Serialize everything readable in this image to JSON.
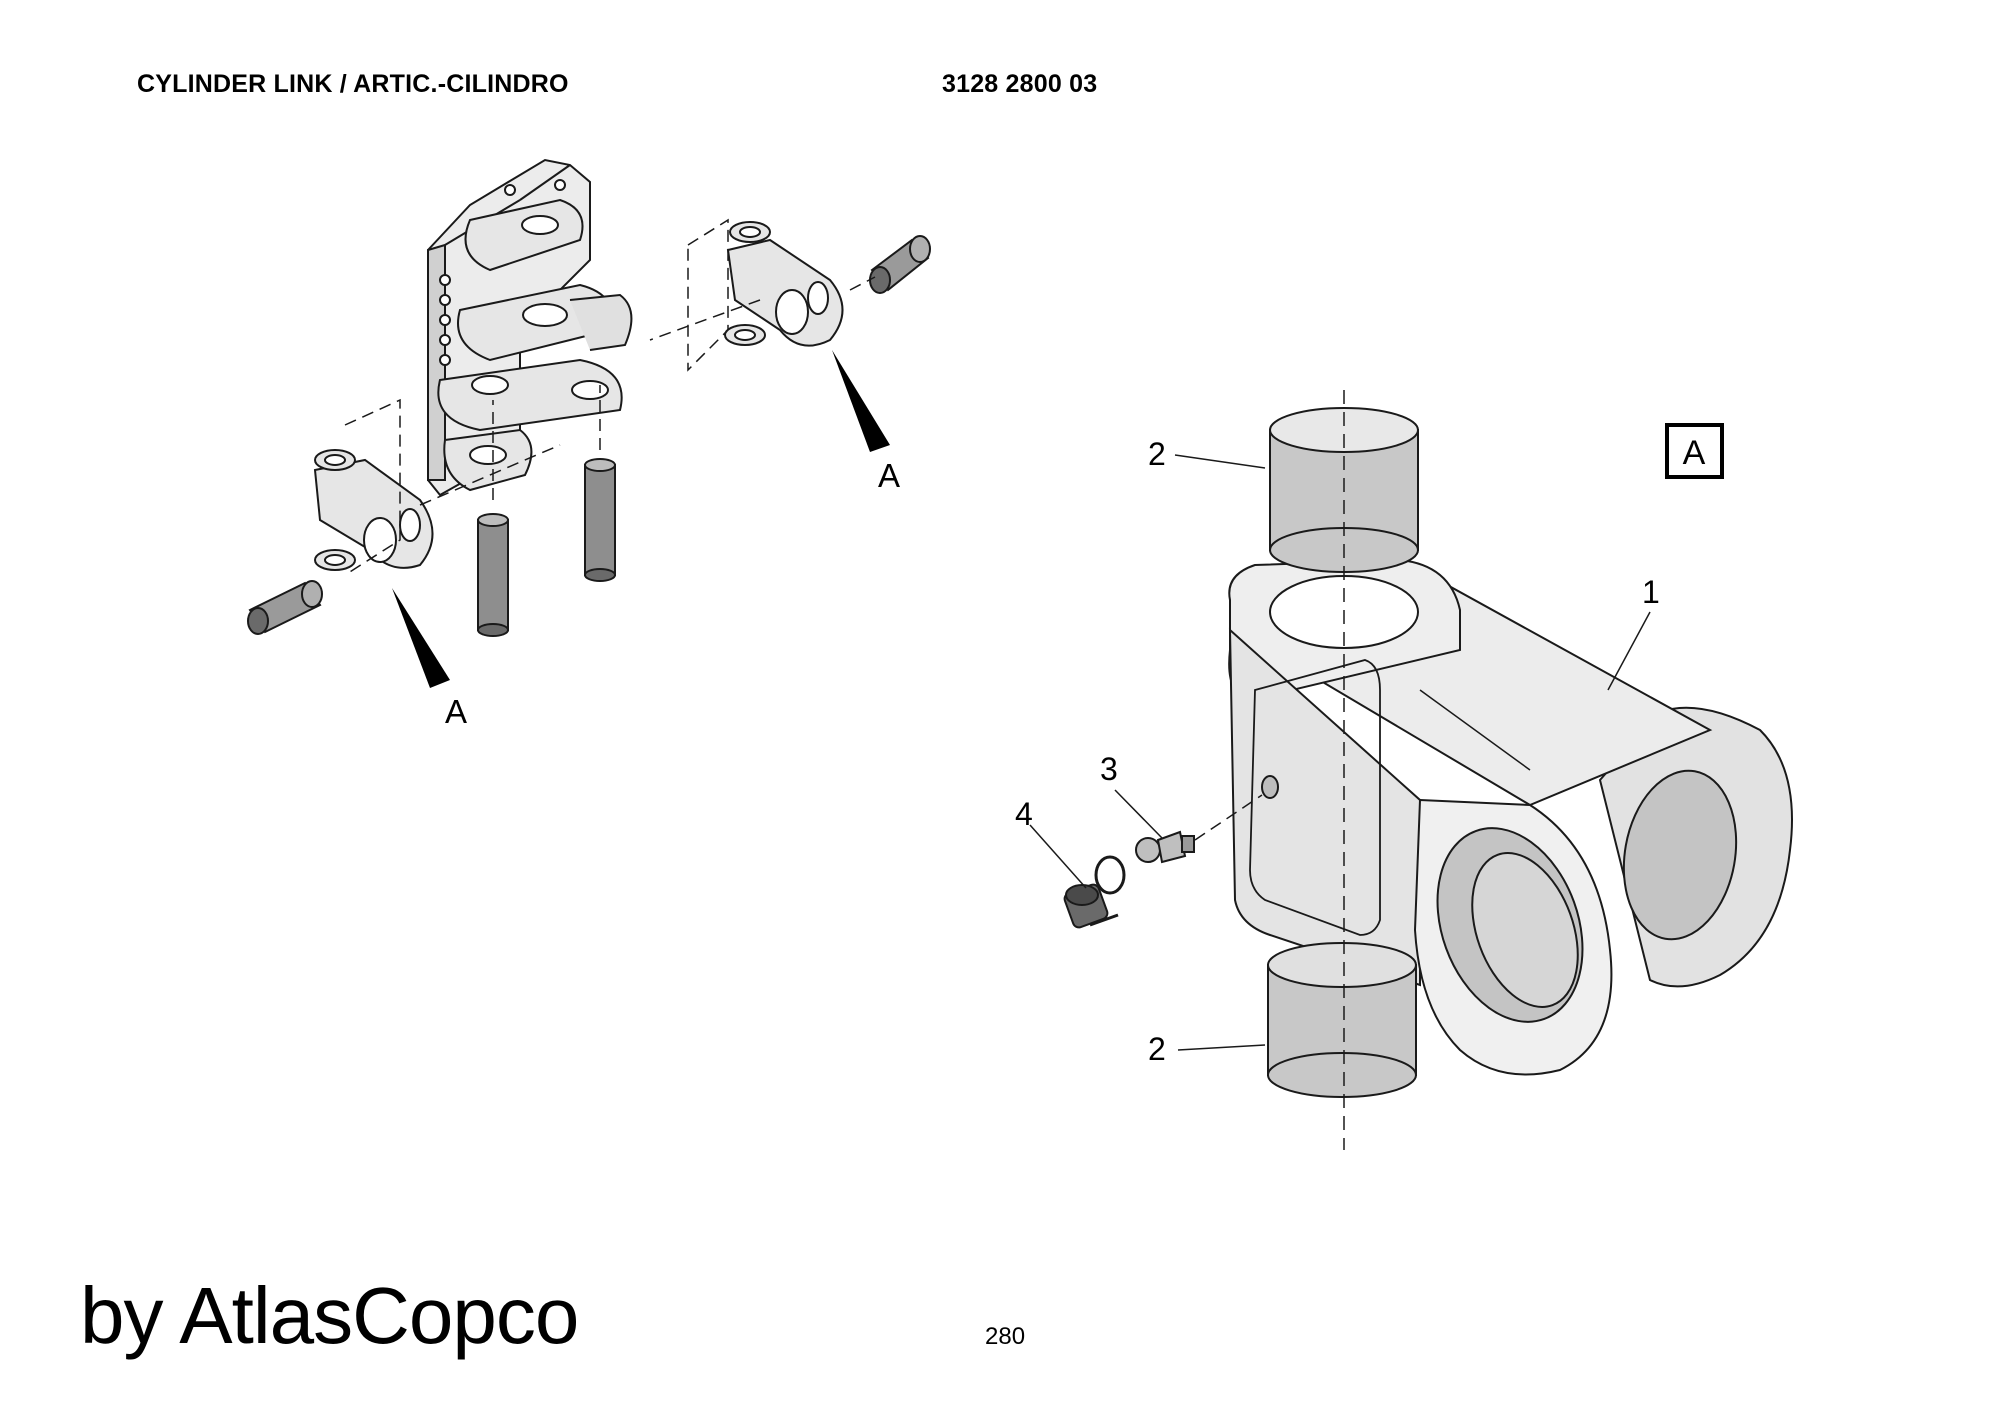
{
  "header": {
    "title": "CYLINDER LINK / ARTIC.-CILINDRO",
    "part_number": "3128 2800 03"
  },
  "callouts": {
    "item_1": "1",
    "item_2_top": "2",
    "item_2_bottom": "2",
    "item_3": "3",
    "item_4": "4",
    "view_ref_upper": "A",
    "view_ref_lower": "A",
    "detail_box": "A"
  },
  "footer": {
    "brand": "by AtlasCopco",
    "page_number": "280"
  },
  "colors": {
    "line": "#1a1a1a",
    "part_fill": "#e6e6e6",
    "shade": "#c4c4c4",
    "dark_shade": "#8a8a8a"
  }
}
